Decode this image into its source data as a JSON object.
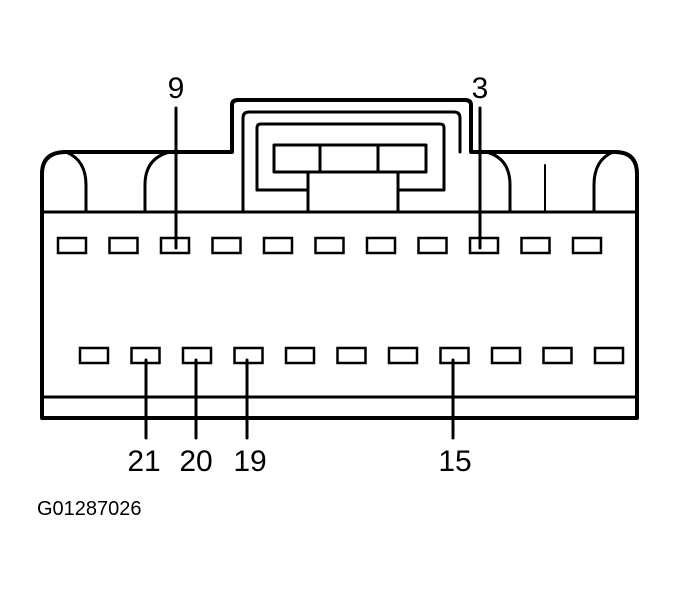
{
  "diagram": {
    "kind": "connector pin-out view",
    "colors": {
      "line": "#000000",
      "background": "#ffffff"
    },
    "pin_labels": {
      "top_left": "9",
      "top_right": "3",
      "bottom_1": "21",
      "bottom_2": "20",
      "bottom_3": "19",
      "bottom_4": "15"
    },
    "figure_id": "G01287026",
    "rows": {
      "top_cavity_count": 11,
      "bottom_cavity_count": 11
    }
  }
}
